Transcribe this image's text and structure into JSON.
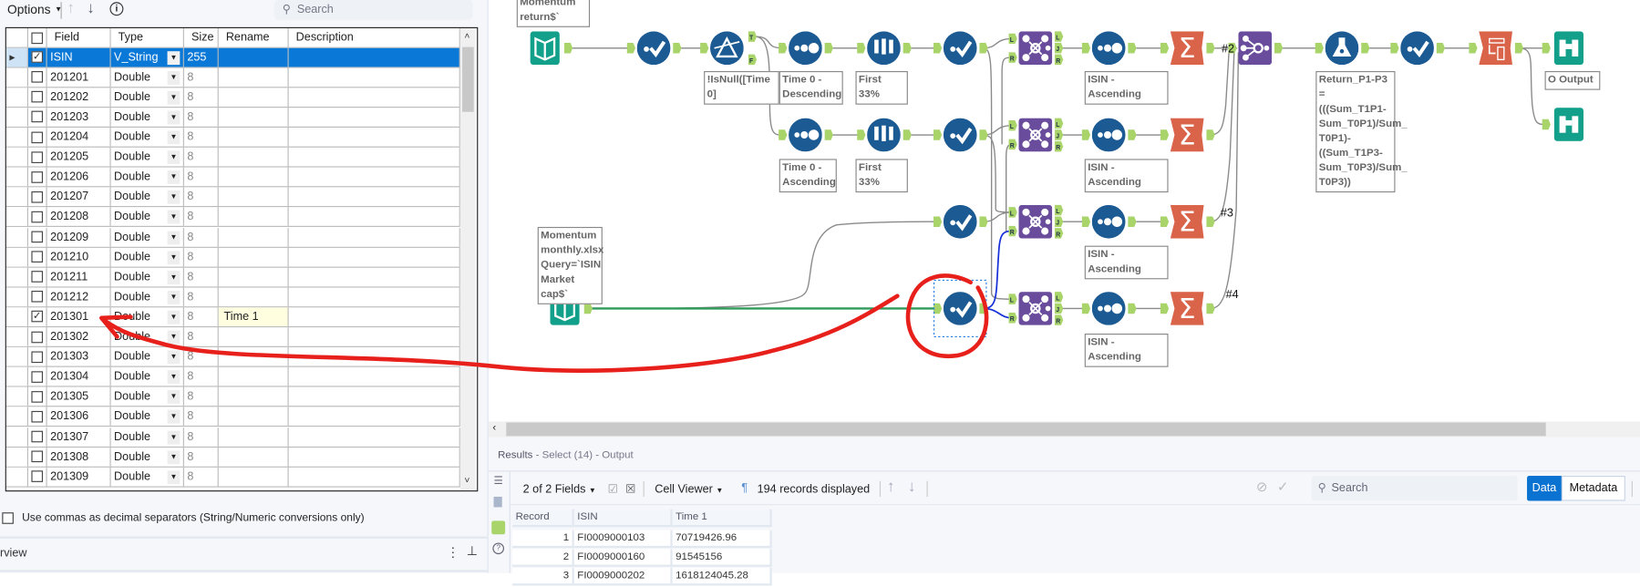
{
  "left_panel": {
    "options_label": "Options",
    "search_placeholder": "Search",
    "columns": {
      "field": "Field",
      "type": "Type",
      "size": "Size",
      "rename": "Rename",
      "description": "Description"
    },
    "rows": [
      {
        "checked": true,
        "field": "ISIN",
        "type": "V_String",
        "size": "255",
        "rename": "",
        "selected": true
      },
      {
        "checked": false,
        "field": "201201",
        "type": "Double",
        "size": "8",
        "rename": ""
      },
      {
        "checked": false,
        "field": "201202",
        "type": "Double",
        "size": "8",
        "rename": ""
      },
      {
        "checked": false,
        "field": "201203",
        "type": "Double",
        "size": "8",
        "rename": ""
      },
      {
        "checked": false,
        "field": "201204",
        "type": "Double",
        "size": "8",
        "rename": ""
      },
      {
        "checked": false,
        "field": "201205",
        "type": "Double",
        "size": "8",
        "rename": ""
      },
      {
        "checked": false,
        "field": "201206",
        "type": "Double",
        "size": "8",
        "rename": ""
      },
      {
        "checked": false,
        "field": "201207",
        "type": "Double",
        "size": "8",
        "rename": ""
      },
      {
        "checked": false,
        "field": "201208",
        "type": "Double",
        "size": "8",
        "rename": ""
      },
      {
        "checked": false,
        "field": "201209",
        "type": "Double",
        "size": "8",
        "rename": ""
      },
      {
        "checked": false,
        "field": "201210",
        "type": "Double",
        "size": "8",
        "rename": ""
      },
      {
        "checked": false,
        "field": "201211",
        "type": "Double",
        "size": "8",
        "rename": ""
      },
      {
        "checked": false,
        "field": "201212",
        "type": "Double",
        "size": "8",
        "rename": ""
      },
      {
        "checked": true,
        "field": "201301",
        "type": "Double",
        "size": "8",
        "rename": "Time 1"
      },
      {
        "checked": false,
        "field": "201302",
        "type": "Double",
        "size": "8",
        "rename": ""
      },
      {
        "checked": false,
        "field": "201303",
        "type": "Double",
        "size": "8",
        "rename": ""
      },
      {
        "checked": false,
        "field": "201304",
        "type": "Double",
        "size": "8",
        "rename": ""
      },
      {
        "checked": false,
        "field": "201305",
        "type": "Double",
        "size": "8",
        "rename": ""
      },
      {
        "checked": false,
        "field": "201306",
        "type": "Double",
        "size": "8",
        "rename": ""
      },
      {
        "checked": false,
        "field": "201307",
        "type": "Double",
        "size": "8",
        "rename": ""
      },
      {
        "checked": false,
        "field": "201308",
        "type": "Double",
        "size": "8",
        "rename": ""
      },
      {
        "checked": false,
        "field": "201309",
        "type": "Double",
        "size": "8",
        "rename": ""
      }
    ],
    "commas_label": "Use commas as decimal separators (String/Numeric conversions only)",
    "overview_label": "rview"
  },
  "canvas": {
    "annotations": {
      "input1": "Momentum\nreturn$`",
      "filter": "!IsNull([Time 0]",
      "sort_desc": "Time 0 -\nDescending",
      "sample1": "First 33%",
      "sort_asc": "Time 0 -\nAscending",
      "sample2": "First 33%",
      "isin1": "ISIN - Ascending",
      "isin2": "ISIN - Ascending",
      "isin3": "ISIN - Ascending",
      "isin4": "ISIN - Ascending",
      "formula": "Return_P1-P3 =\n(((Sum_T1P1-\nSum_T0P1)/Sum_\nT0P1)-\n((Sum_T1P3-\nSum_T0P3)/Sum_\nT0P3))",
      "output": "O Output",
      "input2": "Momentum\nmonthly.xlsx\nQuery=`ISIN\nMarket cap$`"
    },
    "union_labels": {
      "u2": "#2",
      "u3": "#3",
      "u4": "#4"
    },
    "anchor_labels": {
      "t": "T",
      "f": "F",
      "l": "L",
      "j": "J",
      "r": "R"
    },
    "colors": {
      "tool_blue": "#1b5a92",
      "join_purple": "#6a4c9c",
      "sum_orange": "#d9644a",
      "io_teal": "#12a08a",
      "anchor_green": "#a8d46a",
      "markup_red": "#e8201c"
    }
  },
  "results": {
    "title": "Results",
    "subtitle": "- Select (14) - Output",
    "fields_label": "2 of 2 Fields",
    "cell_viewer_label": "Cell Viewer",
    "records_label": "194 records displayed",
    "search_placeholder": "Search",
    "data_tab": "Data",
    "metadata_tab": "Metadata",
    "columns": [
      "Record",
      "ISIN",
      "Time 1"
    ],
    "rows": [
      [
        "1",
        "FI0009000103",
        "70719426.96"
      ],
      [
        "2",
        "FI0009000160",
        "91545156"
      ],
      [
        "3",
        "FI0009000202",
        "1618124045.28"
      ]
    ]
  }
}
